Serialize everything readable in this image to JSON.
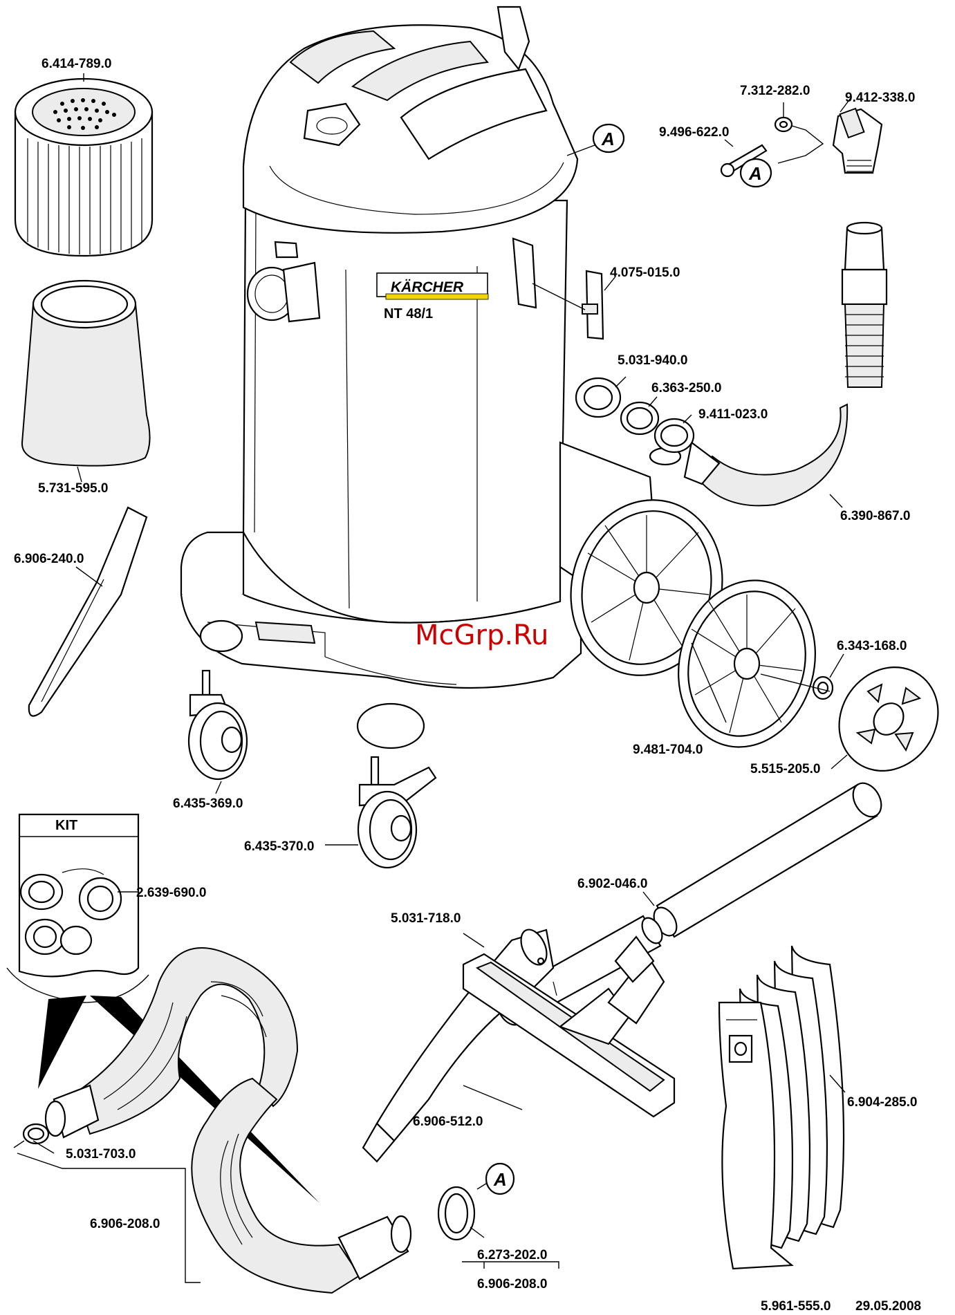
{
  "brand": {
    "logo": "KÄRCHER",
    "model": "NT 48/1"
  },
  "watermark": "McGrp.Ru",
  "kit_label": "KIT",
  "ref_letter": "A",
  "part_numbers": {
    "p6414789": "6.414-789.0",
    "p5731595": "5.731-595.0",
    "p6906240": "6.906-240.0",
    "p7312282": "7.312-282.0",
    "p9412338": "9.412-338.0",
    "p9496622": "9.496-622.0",
    "p4075015": "4.075-015.0",
    "p5031940": "5.031-940.0",
    "p6363250": "6.363-250.0",
    "p9411023": "9.411-023.0",
    "p6390867": "6.390-867.0",
    "p6343168": "6.343-168.0",
    "p9481704": "9.481-704.0",
    "p5515205": "5.515-205.0",
    "p6435369": "6.435-369.0",
    "p6435370": "6.435-370.0",
    "p2639690": "2.639-690.0",
    "p6902046": "6.902-046.0",
    "p5031718": "5.031-718.0",
    "p6904285": "6.904-285.0",
    "p6906512": "6.906-512.0",
    "p5031703": "5.031-703.0",
    "p6906208a": "6.906-208.0",
    "p6273202": "6.273-202.0",
    "p6906208b": "6.906-208.0",
    "p5961555": "5.961-555.0"
  },
  "date": "29.05.2008"
}
